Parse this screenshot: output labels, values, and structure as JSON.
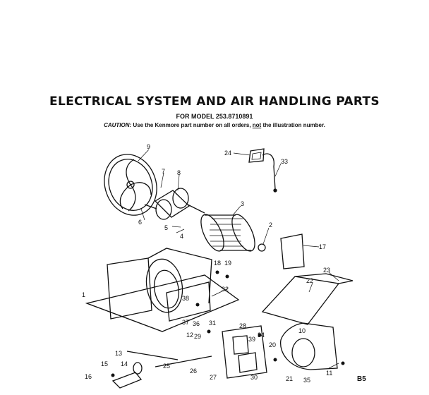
{
  "header": {
    "title": "ELECTRICAL SYSTEM AND AIR HANDLING PARTS",
    "subtitle": "FOR MODEL 253.8710891",
    "caution_label": "CAUTION:",
    "caution_pre": " Use the Kenmore part number on all orders, ",
    "caution_not": "not",
    "caution_post": " the illustration number."
  },
  "diagram": {
    "callouts": {
      "c1": "1",
      "c2": "2",
      "c3": "3",
      "c4": "4",
      "c5": "5",
      "c6": "6",
      "c7": "7",
      "c8": "8",
      "c9": "9",
      "c10": "10",
      "c11": "11",
      "c12": "12",
      "c13": "13",
      "c14": "14",
      "c15": "15",
      "c16": "16",
      "c17": "17",
      "c18": "18",
      "c19": "19",
      "c20": "20",
      "c21": "21",
      "c22": "22",
      "c23": "23",
      "c24": "24",
      "c25": "25",
      "c26": "26",
      "c27": "27",
      "c28": "28",
      "c29": "29",
      "c30": "30",
      "c31": "31",
      "c32": "32",
      "c33": "33",
      "c34": "34",
      "c35": "35",
      "c36": "36",
      "c37": "37",
      "c38": "38",
      "c39": "39"
    },
    "page_code": "B5"
  }
}
